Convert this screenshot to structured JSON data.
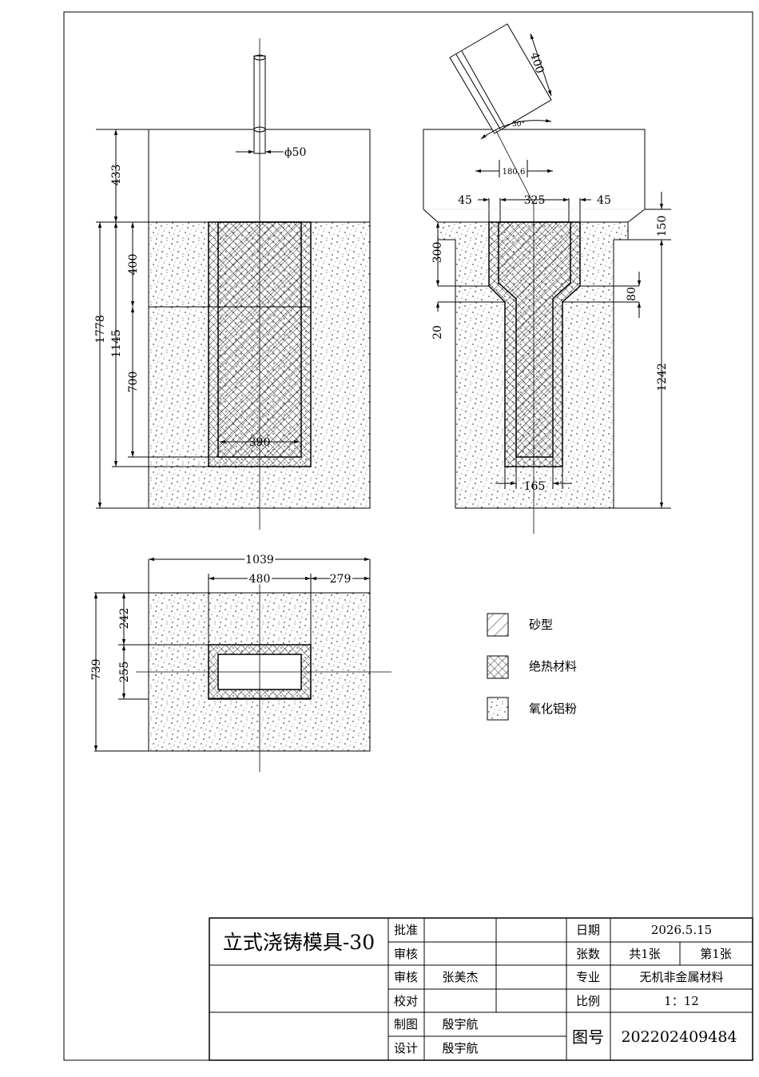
{
  "views": {
    "front": {
      "dims": {
        "h_top": "433",
        "h_total": "1778",
        "h_cast": "1145",
        "h_upper": "400",
        "h_lower": "700",
        "w_inner": "390",
        "dia_rod": "ϕ50"
      }
    },
    "side": {
      "dims": {
        "slant_len": "400",
        "angle": "30°",
        "bottom_w": "180.6",
        "wall_l": "45",
        "top_w": "325",
        "wall_r": "45",
        "h_300": "300",
        "h_20": "20",
        "h_150": "150",
        "h_80": "80",
        "h_1242": "1242",
        "bottom_in": "165"
      }
    },
    "plan": {
      "dims": {
        "w_total": "1039",
        "w_mid": "480",
        "w_side": "279",
        "h_total": "739",
        "h_top": "242",
        "h_mid": "255"
      }
    }
  },
  "legend": [
    {
      "label": "砂型",
      "pattern": "sand-hatch"
    },
    {
      "label": "绝热材料",
      "pattern": "insulation-cross"
    },
    {
      "label": "氧化铝粉",
      "pattern": "alumina-dots"
    }
  ],
  "title_block": {
    "title": "立式浇铸模具-30",
    "r1": "批准",
    "r2": "审核",
    "r3": "审核",
    "r4": "校对",
    "r5": "制图",
    "r6": "设计",
    "n3": "张美杰",
    "n5": "殷宇航",
    "n6": "殷宇航",
    "date_label": "日期",
    "date": "2026.5.15",
    "sheets_label": "张数",
    "sheets_total": "共1张",
    "sheet_no": "第1张",
    "major_label": "专业",
    "major": "无机非金属材料",
    "scale_label": "比例",
    "scale": "1：12",
    "drawing_no_label": "图号",
    "drawing_no": "202202409484"
  }
}
